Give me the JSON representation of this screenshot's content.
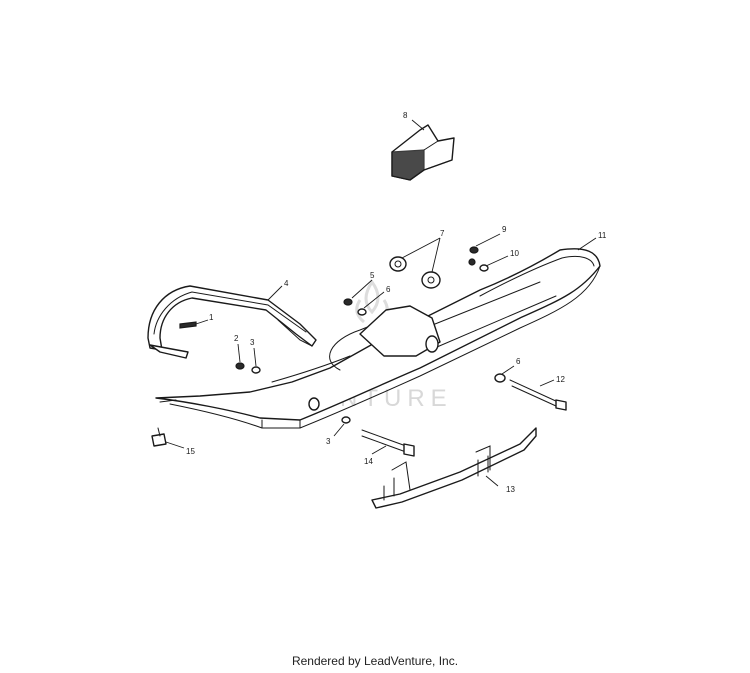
{
  "callouts": {
    "c1": "1",
    "c2": "2",
    "c3a": "3",
    "c3b": "3",
    "c4": "4",
    "c5": "5",
    "c6a": "6",
    "c6b": "6",
    "c7": "7",
    "c8": "8",
    "c9": "9",
    "c10": "10",
    "c11": "11",
    "c12": "12",
    "c13": "13",
    "c14": "14",
    "c15": "15"
  },
  "watermark": "NTURE",
  "footer": "Rendered by LeadVenture, Inc."
}
